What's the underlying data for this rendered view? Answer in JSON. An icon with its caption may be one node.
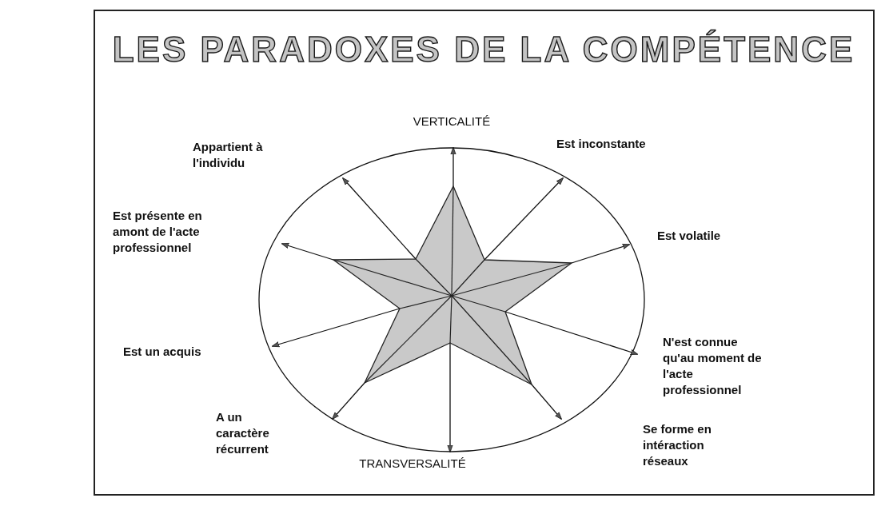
{
  "diagram": {
    "title": "LES PARADOXES DE LA COMPÉTENCE",
    "nodes": [
      {
        "text": [],
        "shape": "star"
      },
      {
        "text": [
          "VERTICALITÉ"
        ]
      },
      {
        "text": [
          "TRANSVERSALITÉ"
        ]
      }
    ],
    "edges": [
      {
        "from": 0,
        "to": 1,
        "arrow": "to"
      },
      {
        "from": 0,
        "to": null,
        "arrow": "to"
      },
      {
        "from": 0,
        "to": null,
        "arrow": "to"
      },
      {
        "from": 0,
        "to": null,
        "arrow": "to"
      },
      {
        "from": 0,
        "to": null,
        "arrow": "to"
      },
      {
        "from": 0,
        "to": 2,
        "arrow": "to"
      },
      {
        "from": 0,
        "to": null,
        "arrow": "to"
      },
      {
        "from": 0,
        "to": null,
        "arrow": "to"
      },
      {
        "from": 0,
        "to": null,
        "arrow": "to"
      },
      {
        "from": 0,
        "to": null,
        "arrow": "to"
      }
    ],
    "labels": [
      "Appartient à l'individu",
      "Est inconstante",
      "Est présente en amont de l'acte professionnel",
      "Est volatile",
      "Est un acquis",
      "N'est connue qu'au moment de l'acte professionnel",
      "A un caractère récurrent",
      "Se forme en intéraction réseaux"
    ]
  }
}
